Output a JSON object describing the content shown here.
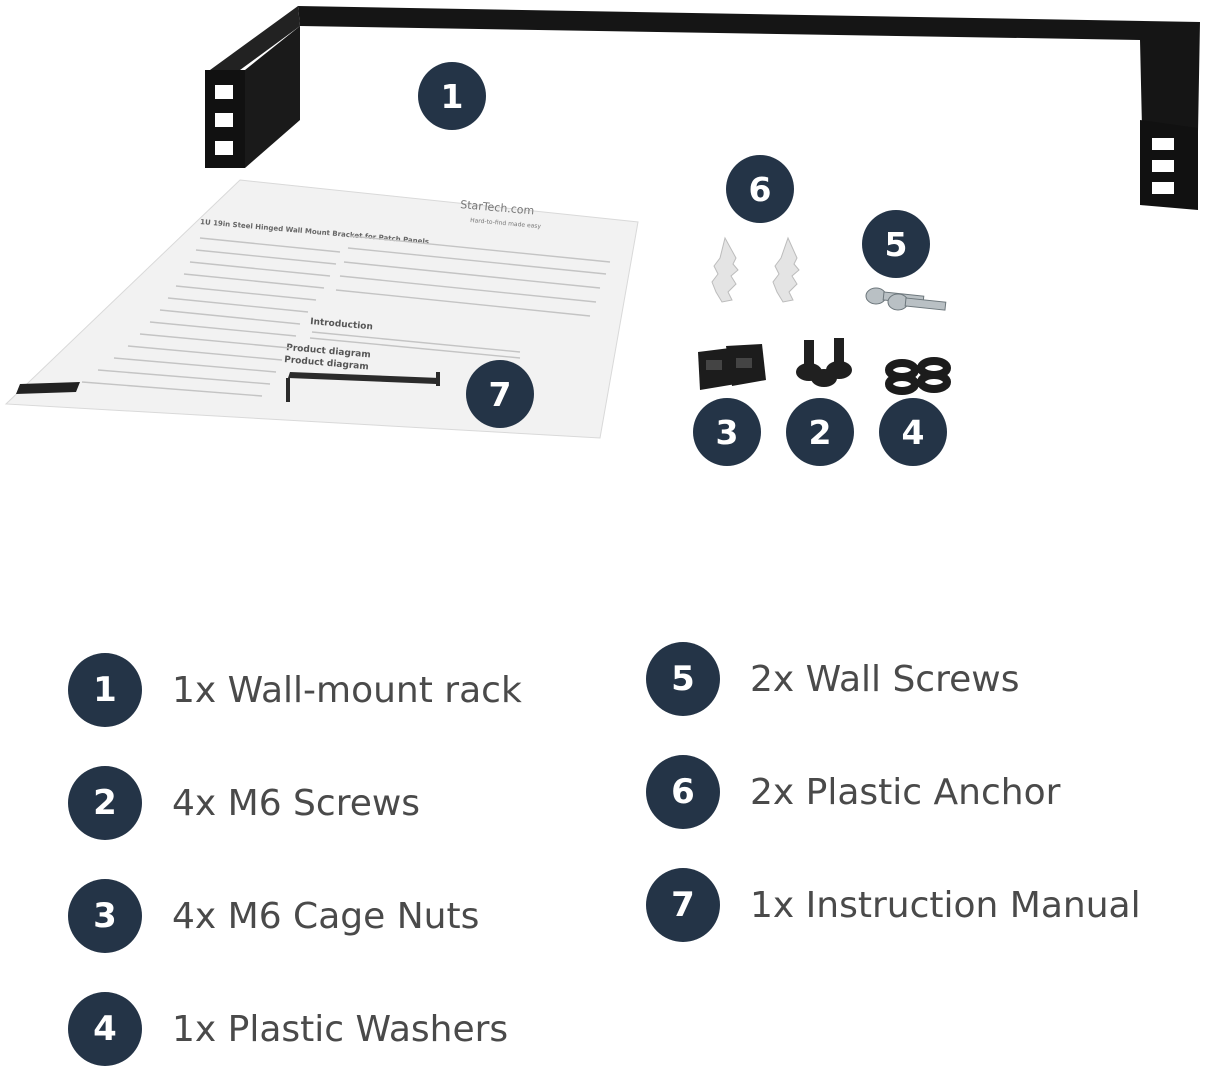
{
  "accent_color": "#243447",
  "manual_text": {
    "brand": "StarTech.com",
    "tagline": "Hard-to-find made easy",
    "title": "1U 19in Steel Hinged Wall Mount Bracket for Patch Panels",
    "intro_heading": "Introduction",
    "product_diagram_1": "Product diagram",
    "product_diagram_2": "Product diagram"
  },
  "callouts": [
    {
      "number": "1"
    },
    {
      "number": "6"
    },
    {
      "number": "5"
    },
    {
      "number": "7"
    },
    {
      "number": "3"
    },
    {
      "number": "2"
    },
    {
      "number": "4"
    }
  ],
  "legend": [
    {
      "number": "1",
      "label": "1x Wall-mount rack"
    },
    {
      "number": "2",
      "label": "4x M6 Screws"
    },
    {
      "number": "3",
      "label": "4x M6 Cage Nuts"
    },
    {
      "number": "4",
      "label": "1x Plastic Washers"
    },
    {
      "number": "5",
      "label": "2x Wall Screws"
    },
    {
      "number": "6",
      "label": "2x Plastic Anchor"
    },
    {
      "number": "7",
      "label": "1x Instruction Manual"
    }
  ]
}
